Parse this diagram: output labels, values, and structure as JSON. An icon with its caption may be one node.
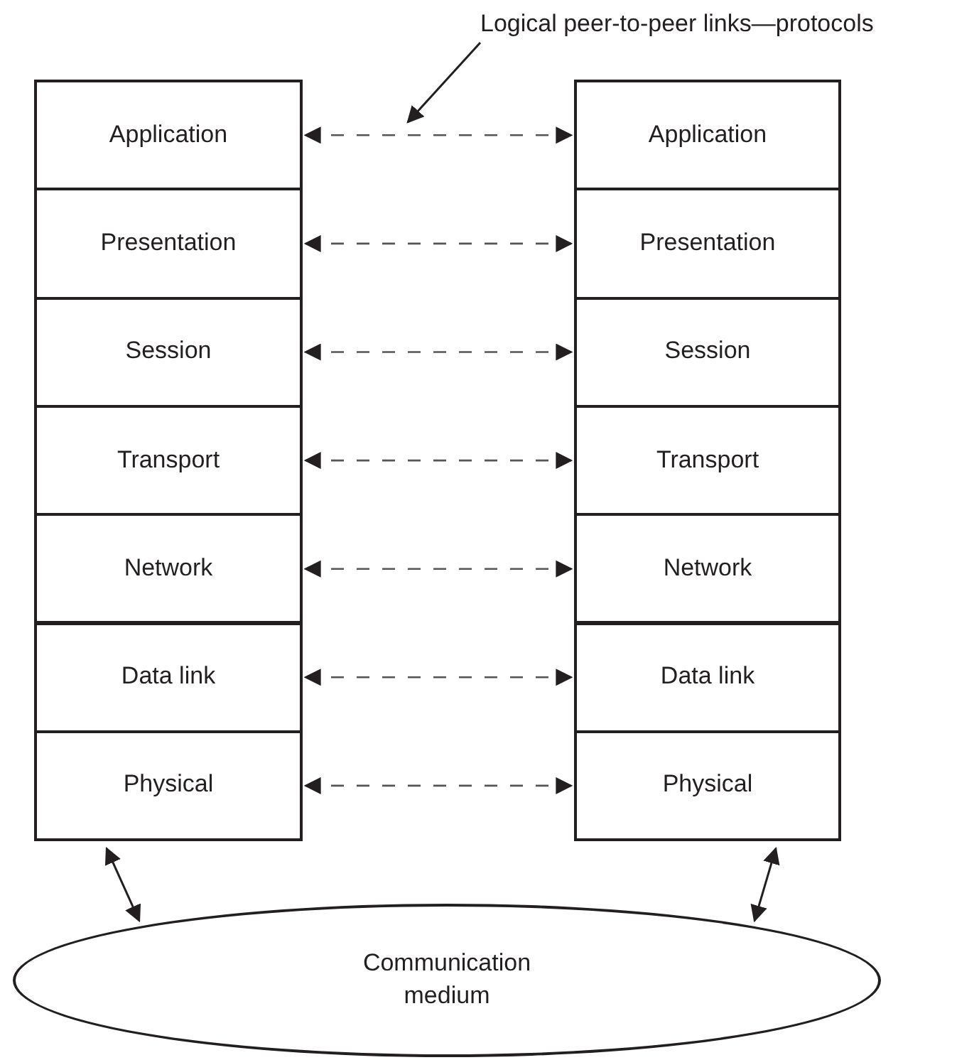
{
  "diagram": {
    "nodes": [
      {
        "text": [
          "Logical peer-to-peer links—protocols"
        ]
      },
      {
        "text": [
          "Application"
        ]
      },
      {
        "text": [
          "Presentation"
        ]
      },
      {
        "text": [
          "Session"
        ]
      },
      {
        "text": [
          "Transport"
        ]
      },
      {
        "text": [
          "Network"
        ]
      },
      {
        "text": [
          "Data link"
        ]
      },
      {
        "text": [
          "Physical"
        ]
      },
      {
        "text": [
          "Application"
        ]
      },
      {
        "text": [
          "Presentation"
        ]
      },
      {
        "text": [
          "Session"
        ]
      },
      {
        "text": [
          "Transport"
        ]
      },
      {
        "text": [
          "Network"
        ]
      },
      {
        "text": [
          "Data link"
        ]
      },
      {
        "text": [
          "Physical"
        ]
      },
      {
        "text": [
          "Communication medium"
        ]
      }
    ],
    "edges": [
      {
        "from": 1,
        "to": 8,
        "arrow": "both",
        "style": "dashed"
      },
      {
        "from": 2,
        "to": 9,
        "arrow": "both",
        "style": "dashed"
      },
      {
        "from": 3,
        "to": 10,
        "arrow": "both",
        "style": "dashed"
      },
      {
        "from": 4,
        "to": 11,
        "arrow": "both",
        "style": "dashed"
      },
      {
        "from": 5,
        "to": 12,
        "arrow": "both",
        "style": "dashed"
      },
      {
        "from": 6,
        "to": 13,
        "arrow": "both",
        "style": "dashed"
      },
      {
        "from": 7,
        "to": 14,
        "arrow": "both",
        "style": "dashed"
      },
      {
        "from": 7,
        "to": 15,
        "arrow": "both"
      },
      {
        "from": 14,
        "to": 15,
        "arrow": "both"
      },
      {
        "from": 0,
        "to": null,
        "arrow": "to"
      }
    ]
  }
}
